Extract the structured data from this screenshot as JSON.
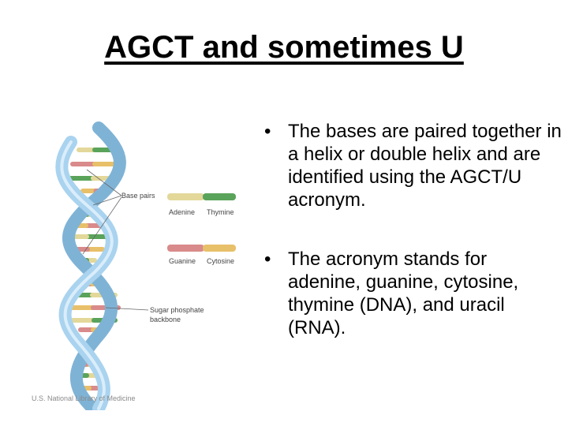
{
  "slide": {
    "title": "AGCT and sometimes U",
    "bullets": [
      {
        "marker": "•",
        "text": "The bases are paired together in a helix or double helix and are identified using the AGCT/U acronym."
      },
      {
        "marker": "•",
        "text": "The acronym stands for adenine, guanine, cytosine, thymine (DNA), and uracil (RNA)."
      }
    ]
  },
  "figure": {
    "labels": {
      "base_pairs": "Base pairs",
      "adenine": "Adenine",
      "thymine": "Thymine",
      "guanine": "Guanine",
      "cytosine": "Cytosine",
      "backbone_line1": "Sugar phosphate",
      "backbone_line2": "backbone",
      "credit": "U.S. National Library of Medicine"
    },
    "colors": {
      "backbone": "#9cc9e6",
      "adenine": "#e3d89a",
      "thymine": "#5aa35a",
      "guanine": "#d98a8a",
      "cytosine": "#e8c06a"
    }
  }
}
